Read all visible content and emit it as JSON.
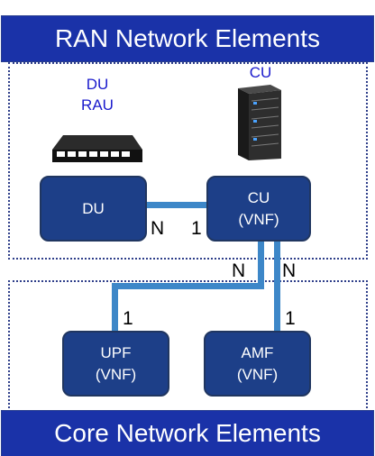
{
  "banners": {
    "ran": "RAN Network Elements",
    "core": "Core Network Elements"
  },
  "captions": {
    "du_line1": "DU",
    "du_line2": "RAU",
    "cu": "CU"
  },
  "nodes": {
    "du": {
      "line1": "DU"
    },
    "cu": {
      "line1": "CU",
      "line2": "(VNF)"
    },
    "upf": {
      "line1": "UPF",
      "line2": "(VNF)"
    },
    "amf": {
      "line1": "AMF",
      "line2": "(VNF)"
    }
  },
  "multiplicities": {
    "du_side": "N",
    "cu_side": "1",
    "cu_to_upf": "N",
    "cu_to_amf": "N",
    "upf_side": "1",
    "amf_side": "1"
  },
  "icons": {
    "du": "network-switch-icon",
    "cu": "server-rack-icon"
  },
  "colors": {
    "banner": "#1a32a8",
    "node": "#1d3f88",
    "link": "#3d87c8",
    "caption": "#1a1acc"
  }
}
